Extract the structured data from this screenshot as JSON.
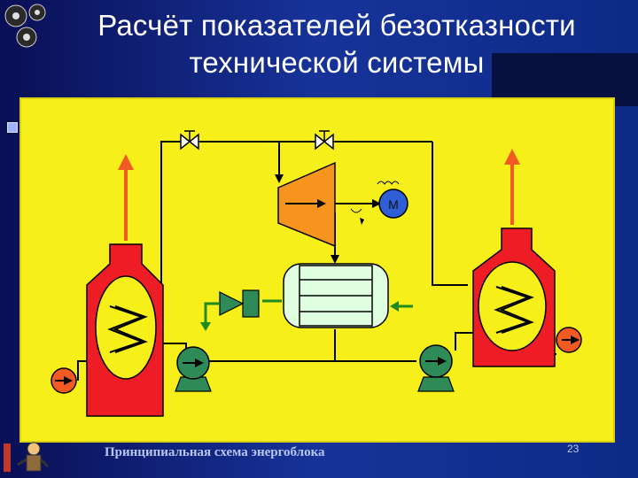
{
  "slide": {
    "title_line1": "Расчёт показателей безотказности",
    "title_line2": "технической системы",
    "caption": "Принципиальная схема энергоблока",
    "page_number": "23"
  },
  "diagram": {
    "motor_label": "M",
    "colors": {
      "background": "#f7ef19",
      "boiler": "#ee1c25",
      "turbine": "#f7941d",
      "motor": "#2e5fd6",
      "pump": "#2e8b57",
      "condenser": "#dfffe0",
      "arrow_green": "#1f8a1f",
      "arrow_orange": "#f15a22",
      "pipe": "#000000"
    },
    "icons": [
      "gear-cluster-icon",
      "person-figure-icon",
      "valve-icon",
      "pump-icon",
      "motor-icon",
      "boiler-icon",
      "heat-exchanger-icon",
      "turbine-icon",
      "condenser-icon",
      "flow-arrow-icon"
    ]
  }
}
